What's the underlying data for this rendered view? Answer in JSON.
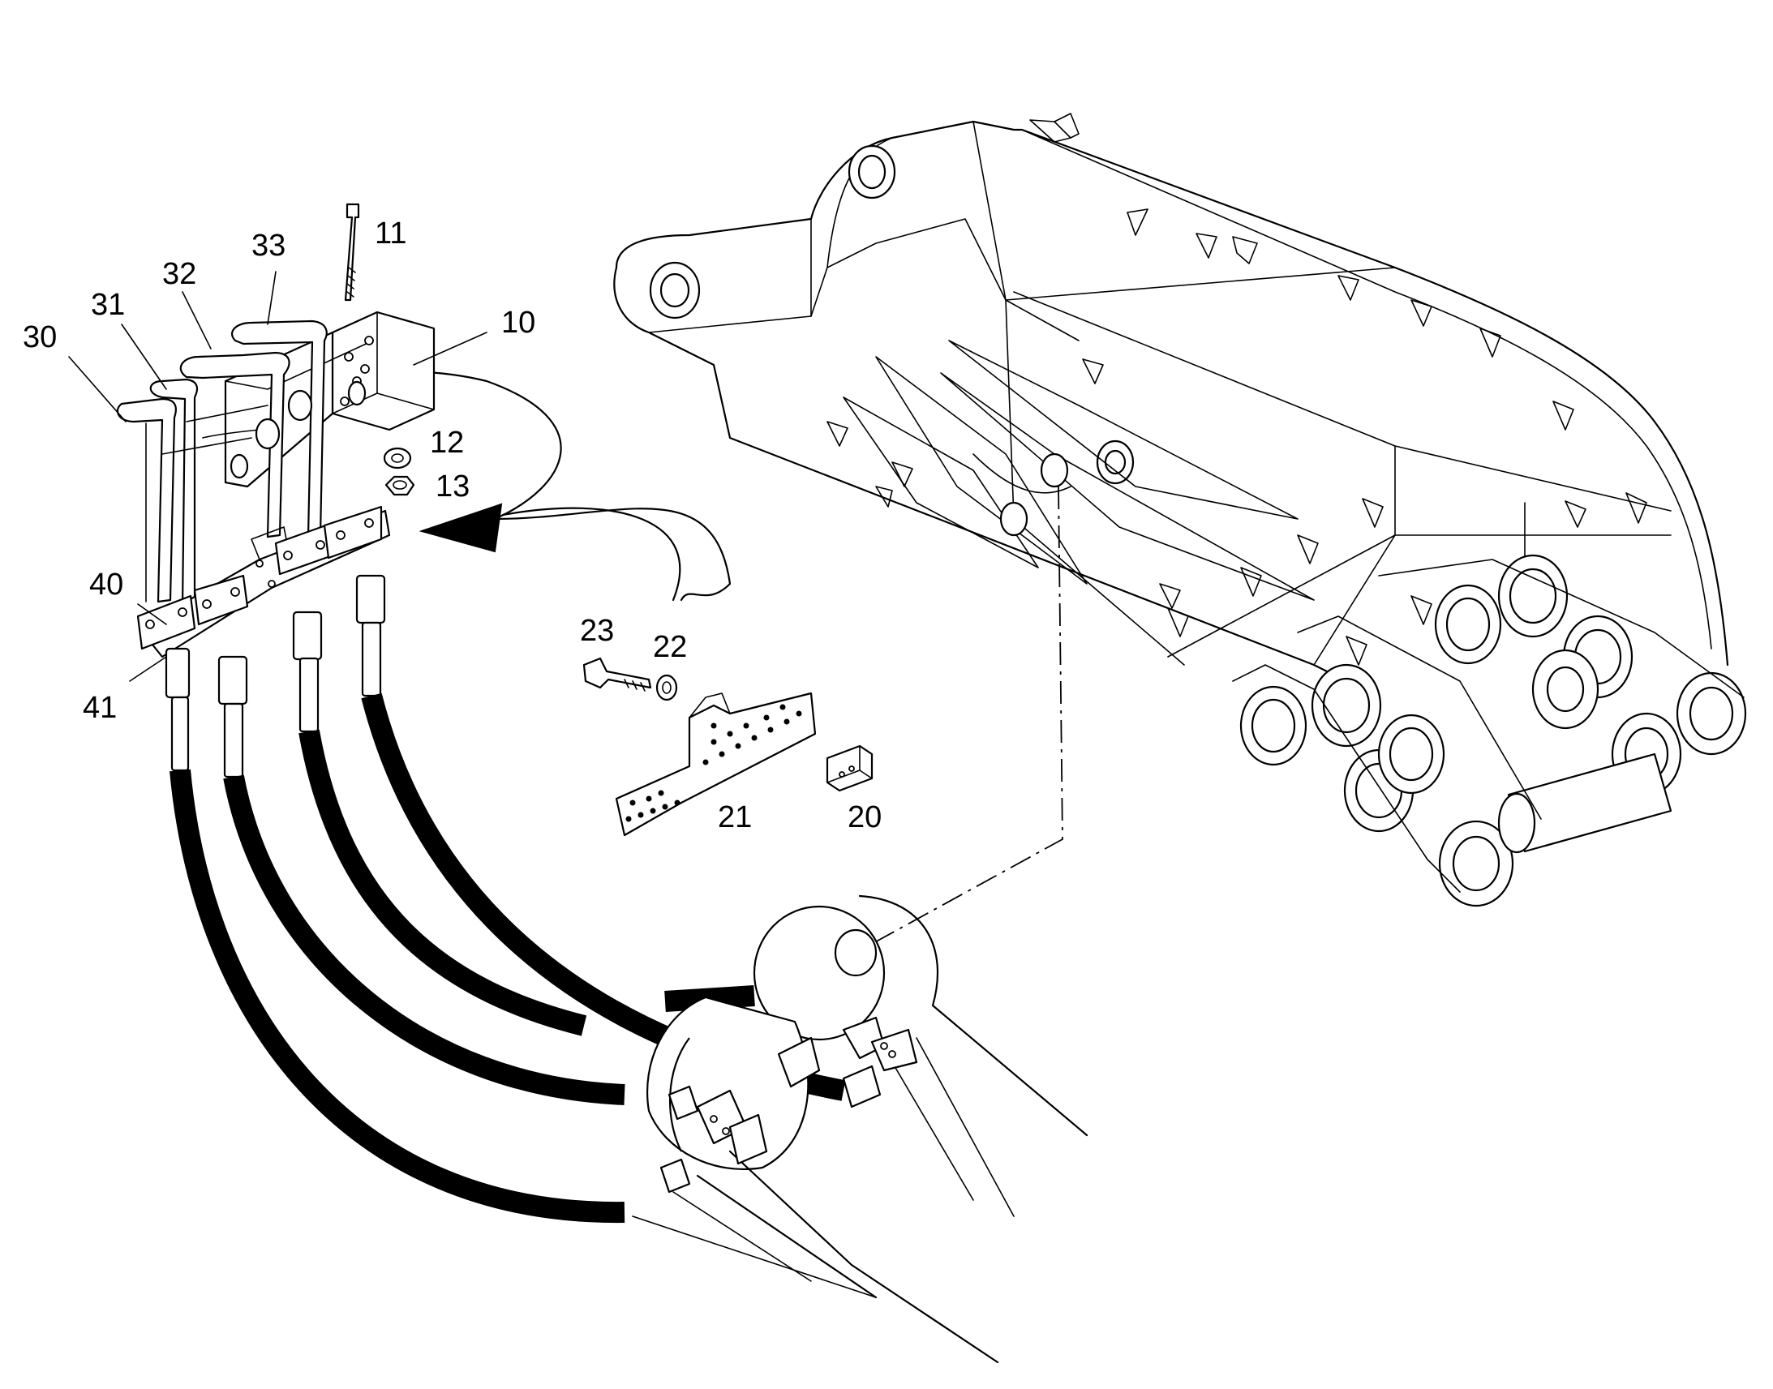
{
  "callouts": [
    {
      "id": "c30",
      "text": "30"
    },
    {
      "id": "c31",
      "text": "31"
    },
    {
      "id": "c32",
      "text": "32"
    },
    {
      "id": "c33",
      "text": "33"
    },
    {
      "id": "c11",
      "text": "11"
    },
    {
      "id": "c10",
      "text": "10"
    },
    {
      "id": "c12",
      "text": "12"
    },
    {
      "id": "c13",
      "text": "13"
    },
    {
      "id": "c40",
      "text": "40"
    },
    {
      "id": "c41",
      "text": "41"
    },
    {
      "id": "c23",
      "text": "23"
    },
    {
      "id": "c22",
      "text": "22"
    },
    {
      "id": "c21",
      "text": "21"
    },
    {
      "id": "c20",
      "text": "20"
    }
  ]
}
